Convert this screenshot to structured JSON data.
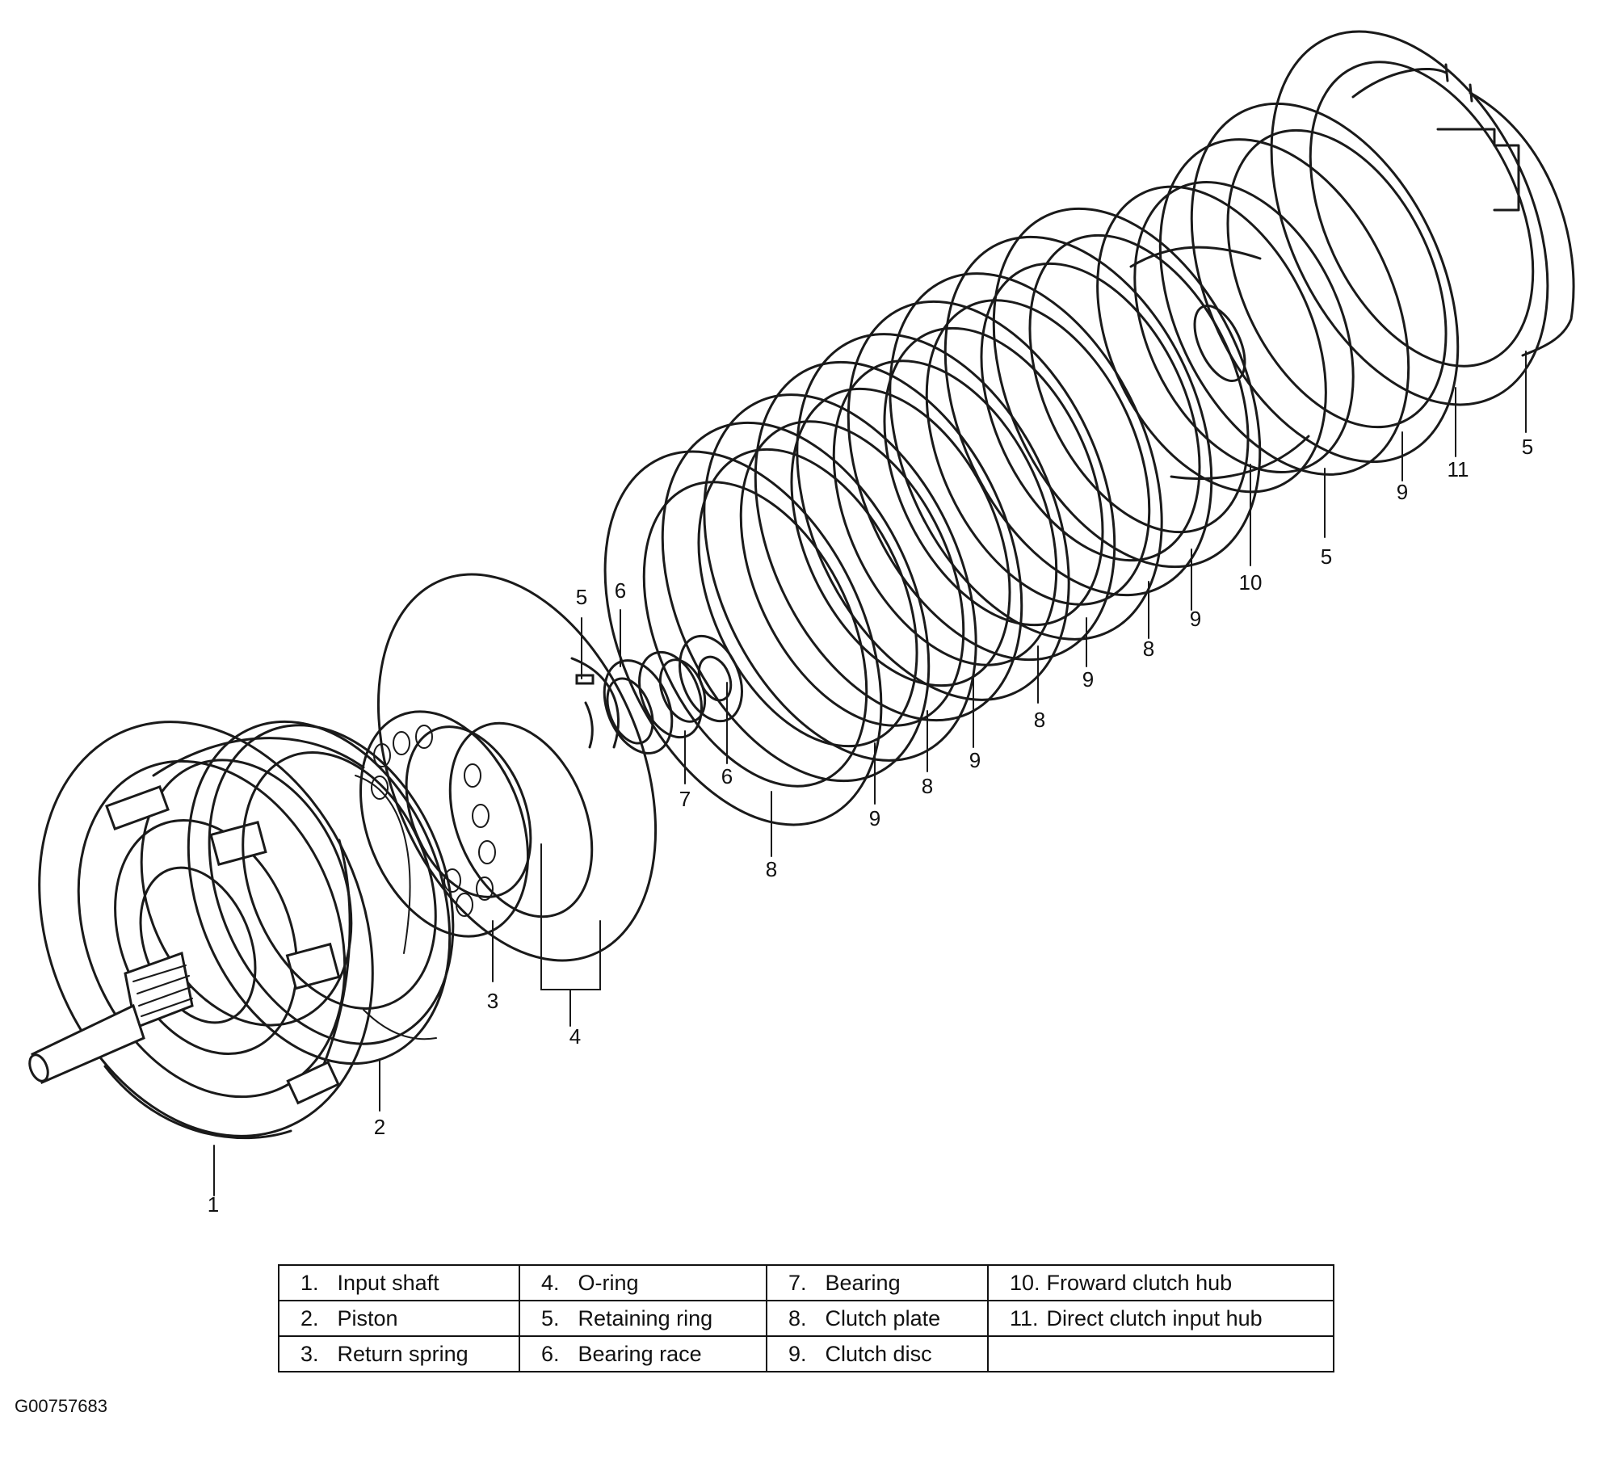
{
  "figure_id": "G00757683",
  "callouts": [
    {
      "label": "1",
      "part": "input-shaft"
    },
    {
      "label": "2",
      "part": "piston"
    },
    {
      "label": "3",
      "part": "return-spring"
    },
    {
      "label": "4",
      "part": "o-ring"
    },
    {
      "label": "5",
      "part": "retaining-ring"
    },
    {
      "label": "6",
      "part": "bearing-race-front"
    },
    {
      "label": "7",
      "part": "bearing"
    },
    {
      "label": "6",
      "part": "bearing-race-rear"
    },
    {
      "label": "8",
      "part": "clutch-plate-1"
    },
    {
      "label": "9",
      "part": "clutch-disc-1"
    },
    {
      "label": "8",
      "part": "clutch-plate-2"
    },
    {
      "label": "9",
      "part": "clutch-disc-2"
    },
    {
      "label": "8",
      "part": "clutch-plate-3"
    },
    {
      "label": "9",
      "part": "clutch-disc-3"
    },
    {
      "label": "8",
      "part": "clutch-plate-4"
    },
    {
      "label": "9",
      "part": "clutch-disc-4"
    },
    {
      "label": "10",
      "part": "forward-clutch-hub"
    },
    {
      "label": "5",
      "part": "retaining-ring-rear"
    },
    {
      "label": "9",
      "part": "clutch-disc-5"
    },
    {
      "label": "11",
      "part": "direct-clutch-input-hub"
    },
    {
      "label": "5",
      "part": "retaining-ring-end"
    }
  ],
  "legend": [
    [
      {
        "num": "1.",
        "name": "Input shaft"
      },
      {
        "num": "4.",
        "name": "O-ring"
      },
      {
        "num": "7.",
        "name": "Bearing"
      },
      {
        "num": "10.",
        "name": "Froward clutch hub"
      }
    ],
    [
      {
        "num": "2.",
        "name": "Piston"
      },
      {
        "num": "5.",
        "name": "Retaining ring"
      },
      {
        "num": "8.",
        "name": "Clutch plate"
      },
      {
        "num": "11.",
        "name": "Direct clutch input hub"
      }
    ],
    [
      {
        "num": "3.",
        "name": "Return spring"
      },
      {
        "num": "6.",
        "name": "Bearing race"
      },
      {
        "num": "9.",
        "name": "Clutch disc"
      },
      {
        "num": "",
        "name": ""
      }
    ]
  ]
}
